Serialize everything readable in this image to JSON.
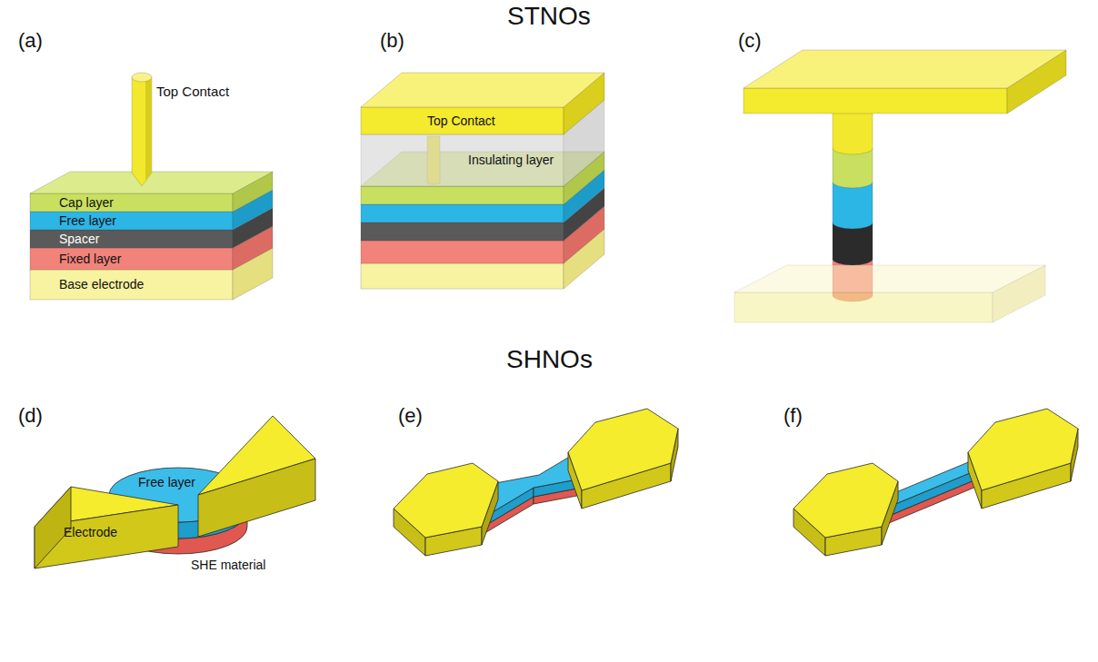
{
  "diagram": {
    "labels": [
      "STNOs",
      "(a)",
      "Top Contact",
      "Cap layer",
      "Free layer",
      "Spacer",
      "Fixed layer",
      "Base electrode",
      "(b)",
      "Top Contact",
      "Insulating layer",
      "(c)",
      "SHNOs",
      "(d)",
      "Free layer",
      "Electrode",
      "SHE material",
      "(e)",
      "(f)"
    ]
  }
}
